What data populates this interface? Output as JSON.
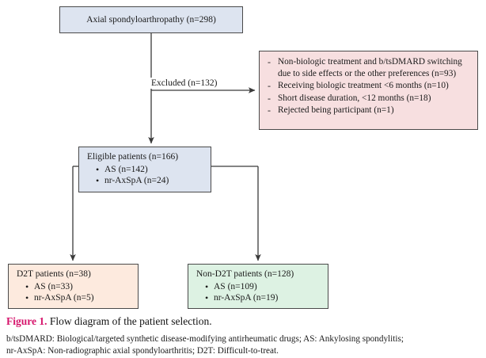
{
  "figure": {
    "caption_label": "Figure 1.",
    "caption_text": " Flow diagram of the patient selection.",
    "footnote_line1": "b/tsDMARD: Biological/targeted synthetic disease-modifying antirheumatic drugs; AS: Ankylosing spondylitis;",
    "footnote_line2": "nr-AxSpA: Non-radiographic axial spondyloarthritis; D2T: Difficult-to-treat.",
    "accent_color": "#d6156c"
  },
  "flowchart": {
    "type": "flow-diagram",
    "nodes": {
      "source": {
        "id": "axial-spondyloarthropathy",
        "title": "Axial spondyloarthropathy (n=298)",
        "count": 298,
        "fill": "#dde4f0",
        "border": "#4a4a4a"
      },
      "excluded": {
        "id": "excluded-reasons",
        "fill": "#f7dfe0",
        "border": "#4a4a4a",
        "items": [
          "Non-biologic treatment and b/tsDMARD switching due to side effects or the other preferences (n=93)",
          "Receiving biologic treatment <6 months (n=10)",
          "Short disease duration, <12 months (n=18)",
          "Rejected being participant (n=1)"
        ],
        "counts": [
          93,
          10,
          18,
          1
        ]
      },
      "eligible": {
        "id": "eligible-patients",
        "title": "Eligible patients (n=166)",
        "count": 166,
        "fill": "#dde4f0",
        "border": "#4a4a4a",
        "items": [
          "AS (n=142)",
          "nr-AxSpA (n=24)"
        ],
        "counts": [
          142,
          24
        ]
      },
      "d2t": {
        "id": "d2t-patients",
        "title": "D2T patients (n=38)",
        "count": 38,
        "fill": "#fdeade",
        "border": "#4a4a4a",
        "items": [
          "AS (n=33)",
          "nr-AxSpA (n=5)"
        ],
        "counts": [
          33,
          5
        ]
      },
      "non_d2t": {
        "id": "non-d2t-patients",
        "title": "Non-D2T patients (n=128)",
        "count": 128,
        "fill": "#ddf2e3",
        "border": "#4a4a4a",
        "items": [
          "AS (n=109)",
          "nr-AxSpA (n=19)"
        ],
        "counts": [
          109,
          19
        ]
      }
    },
    "edges": [
      {
        "from": "source",
        "to": "eligible",
        "label": ""
      },
      {
        "from": "source",
        "to": "excluded",
        "label": "Excluded (n=132)",
        "count": 132
      },
      {
        "from": "eligible",
        "to": "d2t",
        "label": ""
      },
      {
        "from": "eligible",
        "to": "non_d2t",
        "label": ""
      }
    ],
    "edge_labels": {
      "excluded": "Excluded (n=132)"
    }
  }
}
